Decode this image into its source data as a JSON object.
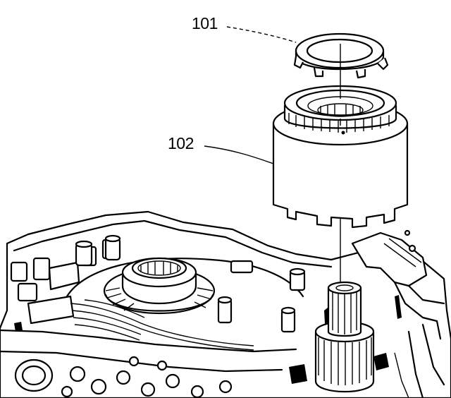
{
  "diagram": {
    "callouts": [
      {
        "id": "101",
        "label": "101"
      },
      {
        "id": "102",
        "label": "102"
      }
    ],
    "colors": {
      "ink": "#000000",
      "paper": "#ffffff"
    }
  }
}
